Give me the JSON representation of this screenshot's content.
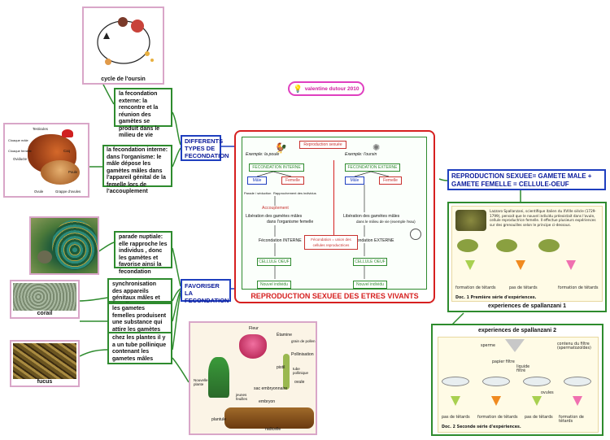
{
  "center": {
    "title": "REPRODUCTION SEXUEE DES ETRES VIVANTS",
    "diagram": {
      "top_label": "Reproduction sexuée",
      "left_caption": "Exemple: la poule",
      "right_caption": "Exemple: l'oursin",
      "left_fec": "FECONDATION INTERNE",
      "right_fec": "FECONDATION EXTERNE",
      "male_left": "Mâle",
      "female_left": "Femelle",
      "male_right": "Mâle",
      "female_right": "Femelle",
      "left_parade": "Parade / séduction",
      "left_approche": "Rapprochement des individus",
      "accouplement": "Accouplement",
      "lib_left": "Libération des gamètes mâles",
      "lib_left2": "dans l'organisme femelle",
      "lib_right": "Libération des gamètes mâles",
      "lib_right2": "dans le milieu de vie (exemple l'eau)",
      "fec_left": "Fécondation INTERNE",
      "fec_right": "Fécondation EXTERNE",
      "cell_left": "CELLULE OEUF",
      "cell_right": "CELLULE OEUF",
      "new_left": "Nouvel individu",
      "new_right": "Nouvel individu",
      "union": "Fécondation = union des cellules reproductrices"
    }
  },
  "author_badge": "valentine dutour 2010",
  "branches": {
    "types_fecondation": "DIFFERENTS TYPES DE FECONDATION",
    "favoriser": "FAVORISER LA FECONDATION",
    "repro_sexuee": "REPRODUCTION SEXUEE= GAMETE MALE + GAMETE FEMELLE = CELLULE-OEUF"
  },
  "notes": {
    "externe": "la fecondation externe: la rencontre et la réunion des gamètes se produit dans le milieu de vie",
    "interne": "la fecondation interne: dans l'organisme: le mâle dépose les gamètes mâles dans l'appareil génital de la femelle lors de l'accouplement",
    "parade": "parade nuptiale: elle rapproche les individus , donc les gamètes et favorise ainsi la fecondation",
    "synchro": "synchronisation des appareils génitaux mâles et femelles",
    "substance": "les gametes femelles produisent une substance qui attire les gamètes mâles",
    "plantes": "chez les plantes il y a un tube pollinique contenant les gametes mâles"
  },
  "images": {
    "oursin_caption": "cycle de l'oursin",
    "corail_caption": "corail",
    "fucus_caption": "fucus",
    "spallanzani1_caption": "experiences de spallanzani 1",
    "spallanzani2_title": "experiences de spallanzani 2",
    "sp1_text": "Lazzaro Spallanzani, scientifique italien du XVIIIe siècle (1729-1799), pensait que le nouvel individu préexistait dans l'ovule, cellule reproductrice femelle. Il effectue plusieurs expériences sur des grenouilles selon le principe ci-dessous.",
    "sp1_doc": "Doc. 1 Première série d'expériences.",
    "sp2_doc": "Doc. 2 Seconde série d'expériences.",
    "sp1_res1": "formation de têtards",
    "sp1_res2": "pas de têtards",
    "sp1_res3": "formation de têtards",
    "sp2_res1": "pas de têtards",
    "sp2_res2": "formation de têtards",
    "sp2_res3": "pas de têtards",
    "sp2_res4": "formation de têtards",
    "sp2_sperme": "sperme",
    "sp2_ovules": "ovules",
    "sp2_papier": "papier filtre",
    "sp2_liquide": "liquide filtré",
    "sp2_contenu": "contenu du filtre (spermatozoïdes)",
    "rooster_labels": [
      "Testicules",
      "Oviducte",
      "Ovule",
      "Grappe d'ovules",
      "Cloaque mâle",
      "Cloaque femelle",
      "Coq",
      "Poule"
    ],
    "plant_labels": [
      "Fleur",
      "Étamine",
      "grain de pollen",
      "Pollinisation",
      "pistil",
      "tube pollinique",
      "ovule",
      "sac embryonnaire",
      "embryon",
      "plantule",
      "jeunes feuilles",
      "radicelle",
      "Nouvelle plante"
    ]
  },
  "colors": {
    "green": "#2e8b2e",
    "blue": "#1f3fbf",
    "red": "#d62020",
    "pink": "#d9a6c8",
    "magenta": "#e040c0"
  }
}
